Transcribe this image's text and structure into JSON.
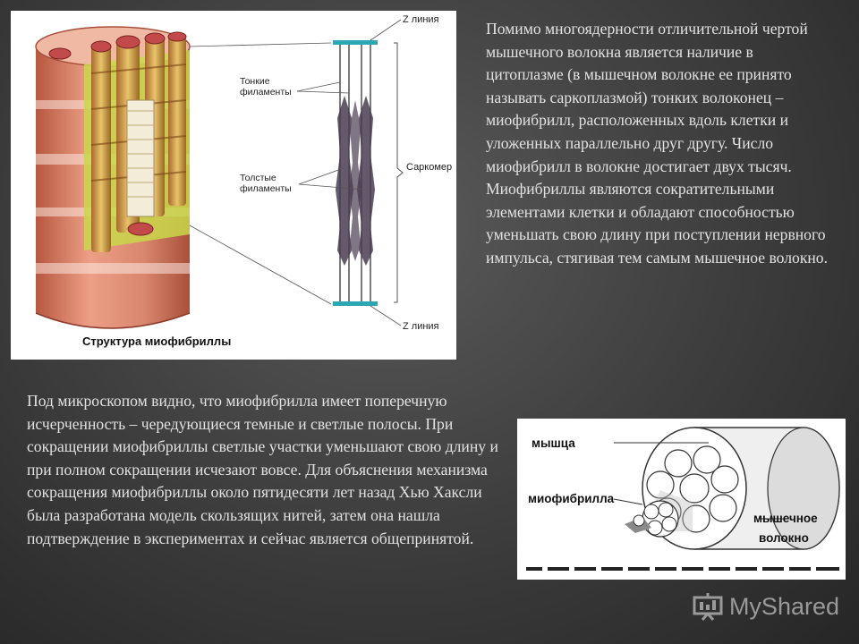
{
  "figure1": {
    "caption": "Структура миофибриллы",
    "labels": {
      "z_top": "Z линия",
      "thin": "Тонкие\nфиламенты",
      "thick": "Толстые\nфиламенты",
      "sarcomere": "Саркомер",
      "z_bottom": "Z линия"
    },
    "colors": {
      "fiber": "#e8a88f",
      "fiber_dark": "#c76a55",
      "myofibril": "#c9a23a",
      "zline": "#2aa7b3"
    }
  },
  "paragraph_top": "Помимо многоядерности отличительной чертой мышечного волокна является наличие в цитоплазме (в мышечном волокне ее принято называть саркоплазмой) тонких волоконец – миофибрилл, расположенных вдоль клетки и уложенных параллельно друг другу. Число миофибрилл в волокне достигает двух тысяч. Миофибриллы являются сократительными элементами клетки и обладают способностью уменьшать свою длину при поступлении нервного импульса, стягивая тем самым мышечное волокно.",
  "paragraph_bottom": "Под микроскопом видно, что миофибрилла имеет поперечную исчерченность – чередующиеся темные и светлые полосы. При сокращении миофибриллы светлые участки уменьшают свою длину и при полном сокращении исчезают вовсе. Для объяснения механизма сокращения миофибриллы около пятидесяти лет назад Хью Хаксли была разработана модель скользящих нитей, затем она нашла подтверждение в экспериментах и сейчас является общепринятой.",
  "figure2": {
    "labels": {
      "muscle": "мышца",
      "myofibril": "миофибрилла",
      "fiber_line1": "мышечное",
      "fiber_line2": "волокно"
    }
  },
  "brand": {
    "name": "MyShared",
    "icon": "presentation-board-icon"
  }
}
